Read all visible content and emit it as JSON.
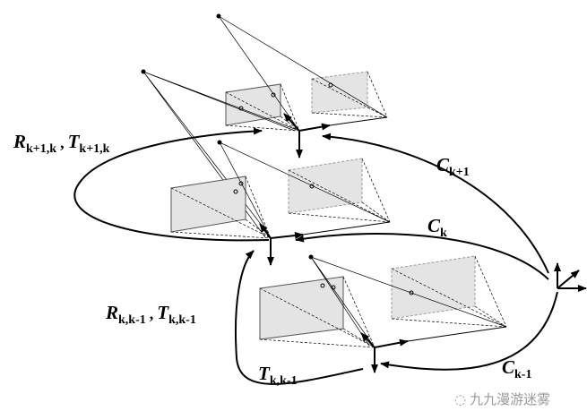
{
  "labels": {
    "r_kp1": {
      "main": "R",
      "sub": "k+1,k"
    },
    "t_kp1": {
      "main": "T",
      "sub": "k+1,k"
    },
    "c_kp1": {
      "main": "C",
      "sub": "k+1"
    },
    "c_k": {
      "main": "C",
      "sub": "k"
    },
    "r_km1": {
      "main": "R",
      "sub": "k,k-1"
    },
    "t_km1": {
      "main": "T",
      "sub": "k,k-1"
    },
    "t_km1_bottom": {
      "main": "T",
      "sub": "k,k-1"
    },
    "c_km1": {
      "main": "C",
      "sub": "k-1"
    },
    "separator": ","
  },
  "watermark": "九九漫游迷雾",
  "colors": {
    "plane_fill": "#e4e4e4",
    "stroke": "#000000",
    "watermark": "#9a9a9a"
  }
}
